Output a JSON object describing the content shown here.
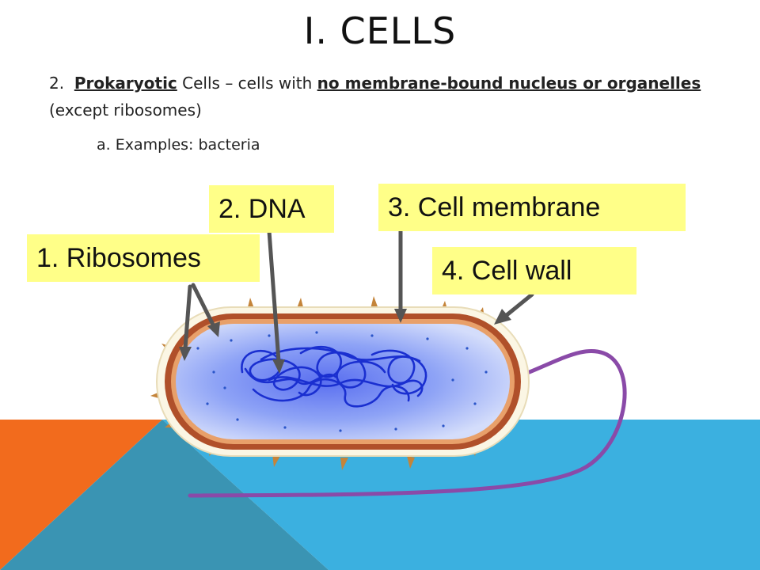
{
  "slide": {
    "title": "I.  CELLS",
    "bullet": {
      "number": "2.",
      "term": "Prokaryotic",
      "text1": " Cells – cells with ",
      "emphasis": "no membrane-bound nucleus or organelles",
      "text2": " (except ribosomes)"
    },
    "sub_bullet": "a. Examples: bacteria"
  },
  "labels": {
    "ribosomes": "1. Ribosomes",
    "dna": "2. DNA",
    "membrane": "3.  Cell membrane",
    "wall": "4.  Cell wall"
  },
  "colors": {
    "accent_orange": "#f26b1d",
    "accent_blue": "#3bb0e0",
    "accent_teal": "#3a94b3",
    "label_fill": "#ffff88",
    "arrow": "#555555",
    "dna_blue": "#1a2fd0",
    "cytoplasm": "#7f96f5",
    "cell_wall": "#b0502a",
    "flagellum": "#8a4aa8"
  }
}
